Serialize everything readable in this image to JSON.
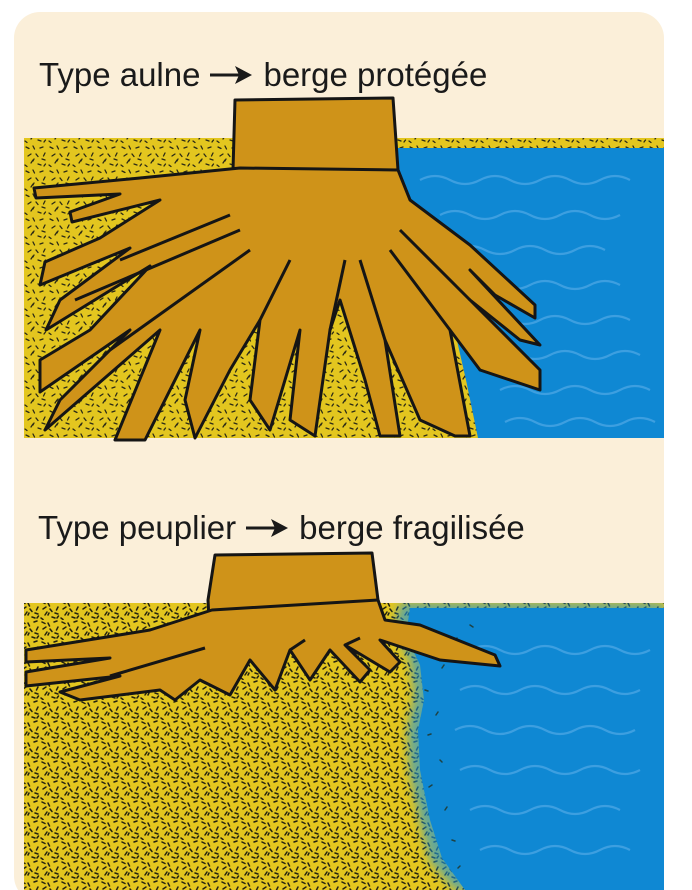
{
  "panels": [
    {
      "left_label": "Type aulne",
      "right_label": "berge protégée"
    },
    {
      "left_label": "Type peuplier",
      "right_label": "berge fragilisée"
    }
  ],
  "colors": {
    "background": "#fbefd9",
    "soil": "#e3c61f",
    "soil_speckle": "#2b2a16",
    "root": "#cf9319",
    "root_outline": "#151515",
    "water": "#0f88d3",
    "wave": "#3d9fe0",
    "text": "#1a1a1a"
  },
  "icons": {
    "caption_arrow": "right-arrow-icon",
    "root": "tree-stump-root-icon",
    "water": "water-waves-icon"
  }
}
